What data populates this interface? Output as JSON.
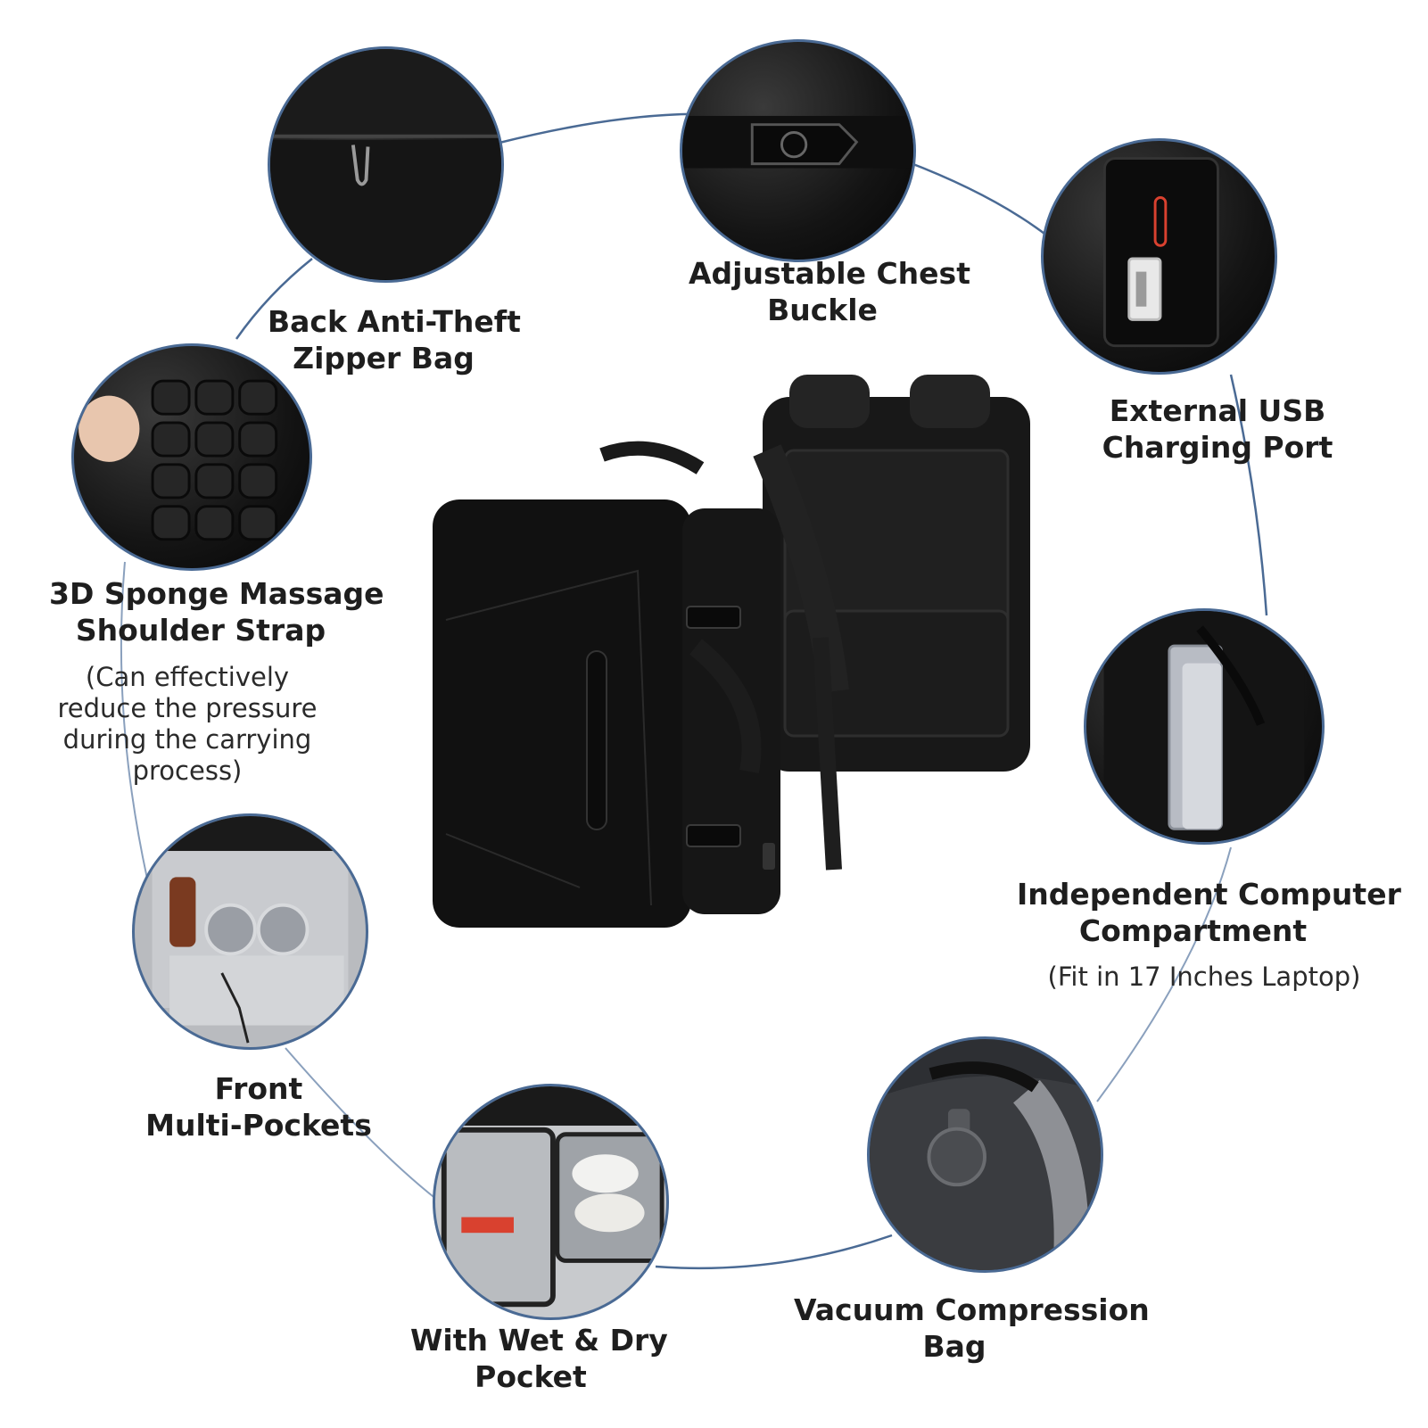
{
  "features": [
    {
      "id": "back-anti-theft",
      "title_line1": "Back Anti-Theft",
      "title_line2": "Zipper Bag",
      "icon": "zipper-pocket-icon"
    },
    {
      "id": "chest-buckle",
      "title_line1": "Adjustable Chest",
      "title_line2": "Buckle",
      "icon": "buckle-icon"
    },
    {
      "id": "usb-port",
      "title_line1": "External USB",
      "title_line2": "Charging Port",
      "icon": "usb-port-icon"
    },
    {
      "id": "shoulder-strap",
      "title_line1": "3D Sponge Massage",
      "title_line2": "Shoulder Strap",
      "note_lines": [
        "(Can effectively",
        "reduce the pressure",
        "during the carrying",
        "process)"
      ],
      "icon": "padded-strap-icon"
    },
    {
      "id": "computer-compartment",
      "title_line1": "Independent Computer",
      "title_line2": "Compartment",
      "note_lines": [
        "(Fit in 17 Inches Laptop)"
      ],
      "icon": "laptop-sleeve-icon"
    },
    {
      "id": "front-pockets",
      "title_line1": "Front",
      "title_line2": "Multi-Pockets",
      "icon": "front-pocket-icon"
    },
    {
      "id": "wet-dry",
      "title_line1": "With Wet & Dry",
      "title_line2": "Pocket",
      "icon": "shoe-pocket-icon"
    },
    {
      "id": "vacuum",
      "title_line1": "Vacuum Compression",
      "title_line2": "Bag",
      "icon": "vacuum-valve-icon"
    }
  ],
  "colors": {
    "ring": "#4a6a94",
    "bag": "#111111",
    "accent_red": "#d9412f"
  },
  "product": {
    "icon": "travel-backpack-icon"
  }
}
